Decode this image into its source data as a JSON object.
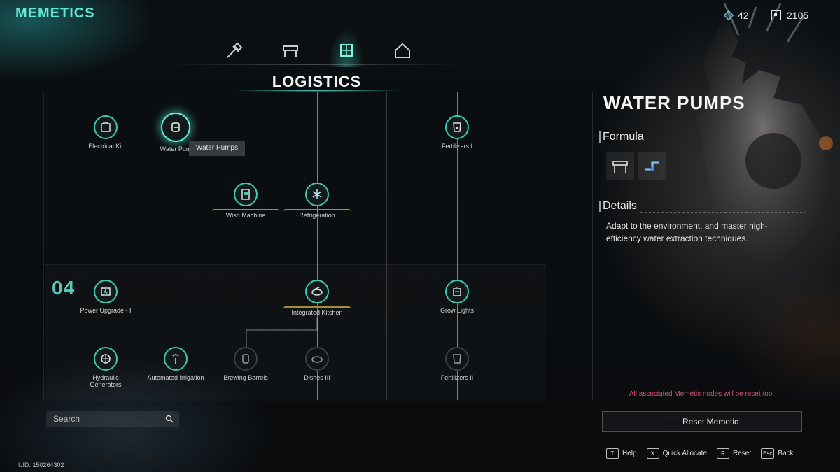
{
  "brand": "MEMETICS",
  "resources": [
    {
      "icon": "cube-icon",
      "value": "42"
    },
    {
      "icon": "frame-icon",
      "value": "2105"
    }
  ],
  "category": {
    "title": "LOGISTICS",
    "tabs": [
      {
        "icon": "tools-icon",
        "active": false
      },
      {
        "icon": "workbench-icon",
        "active": false
      },
      {
        "icon": "logistics-icon",
        "active": true
      },
      {
        "icon": "house-icon",
        "active": false
      }
    ]
  },
  "tree": {
    "tier_label": "04",
    "nodes": [
      {
        "id": "electrical-kit",
        "label": "Electrical Kit",
        "state": "unlocked"
      },
      {
        "id": "water-pumps",
        "label": "Water Pum",
        "state": "selected"
      },
      {
        "id": "fertilizers-1",
        "label": "Fertilizers I",
        "state": "unlocked"
      },
      {
        "id": "wish-machine",
        "label": "Wish Machine",
        "state": "gold"
      },
      {
        "id": "refrigeration",
        "label": "Refrigeration",
        "state": "gold"
      },
      {
        "id": "power-upgrade-1",
        "label": "Power Upgrade - I",
        "state": "unlocked"
      },
      {
        "id": "integrated-kitchen",
        "label": "Integrated Kitchen",
        "state": "gold"
      },
      {
        "id": "grow-lights",
        "label": "Grow Lights",
        "state": "unlocked"
      },
      {
        "id": "hydraulic-generators",
        "label": "Hydraulic Generators",
        "state": "unlocked"
      },
      {
        "id": "automated-irrigation",
        "label": "Automated Irrigation",
        "state": "unlocked"
      },
      {
        "id": "brewing-barrels",
        "label": "Brewing Barrels",
        "state": "locked"
      },
      {
        "id": "dishes-3",
        "label": "Dishes III",
        "state": "locked"
      },
      {
        "id": "fertilizers-2",
        "label": "Fertilizers II",
        "state": "locked"
      }
    ],
    "tooltip": "Water Pumps"
  },
  "search": {
    "placeholder": "Search"
  },
  "uid": "UID: 150264302",
  "detail": {
    "title": "WATER PUMPS",
    "formula_label": "Formula",
    "formula_items": [
      "workbench-icon",
      "pipe-icon"
    ],
    "details_label": "Details",
    "details_text": "Adapt to the environment, and master high-efficiency water extraction techniques.",
    "warning": "All associated Memetic nodes will be reset too.",
    "reset_key": "F",
    "reset_label": "Reset Memetic"
  },
  "hints": [
    {
      "key": "T",
      "label": "Help"
    },
    {
      "key": "X",
      "label": "Quick Allocate"
    },
    {
      "key": "R",
      "label": "Reset"
    },
    {
      "key": "Esc",
      "label": "Back"
    }
  ],
  "colors": {
    "accent": "#3ec9b2",
    "brand": "#63e6d2",
    "warning": "#d9557a",
    "gold": "#a88c3a"
  }
}
